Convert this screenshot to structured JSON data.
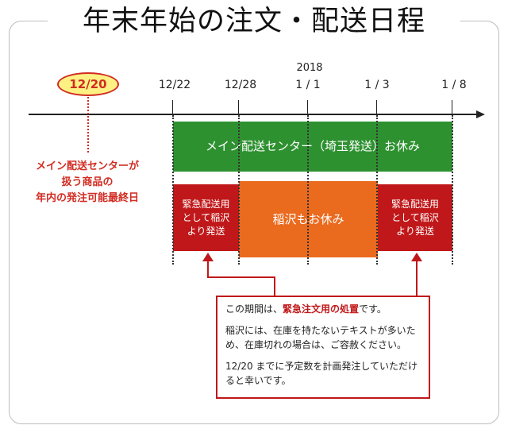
{
  "title": "年末年始の注文・配送日程",
  "year": "2018",
  "highlight_date": "12/20",
  "dates": [
    "12/22",
    "12/28",
    "1 / 1",
    "1 / 3",
    "1 / 8"
  ],
  "deadline_note": [
    "メイン配送センターが",
    "扱う商品の",
    "年内の発注可能最終日"
  ],
  "main_center_closed": "メイン配送センター（埼玉発送）お休み",
  "emergency_left": [
    "緊急配送用",
    "として稲沢",
    "より発送"
  ],
  "inazawa_closed": "稲沢もお休み",
  "emergency_right": [
    "緊急配送用",
    "として稲沢",
    "より発送"
  ],
  "callout": {
    "line1_pre": "この期間は、",
    "line1_highlight": "緊急注文用の処置",
    "line1_post": "です。",
    "line2": "稲沢には、在庫を持たないテキストが多いため、在庫切れの場合は、ご容赦ください。",
    "line3": "12/20 までに予定数を計画発注していただけると幸いです。"
  },
  "colors": {
    "green": "#2e9130",
    "red": "#c0181a",
    "orange": "#ea6a1e",
    "badge_fill": "#fdf184",
    "accent_red": "#d12c22"
  }
}
